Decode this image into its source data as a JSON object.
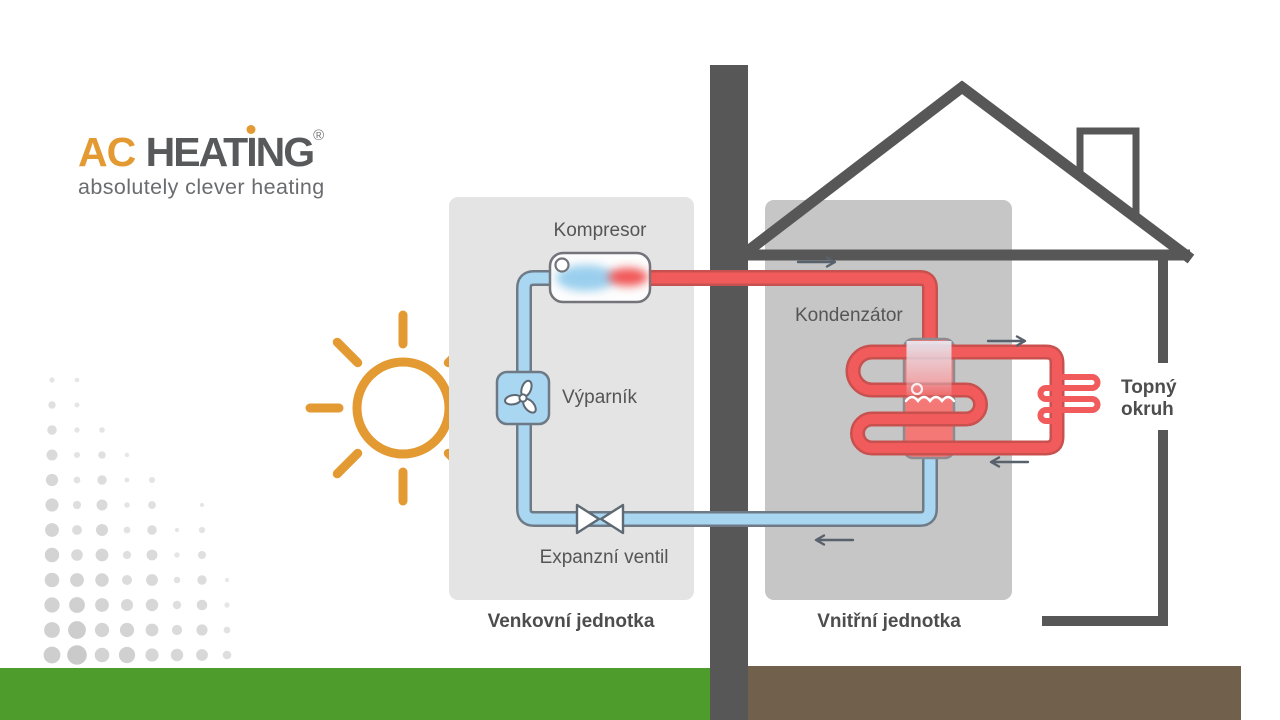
{
  "logo": {
    "brand_primary": "AC",
    "brand_secondary_pre": "HEAT",
    "brand_secondary_i": "I",
    "brand_secondary_post": "NG",
    "registered": "®",
    "tagline": "absolutely clever heating"
  },
  "labels": {
    "kompresor": "Kompresor",
    "vyparnik": "Výparník",
    "expanzni_ventil": "Expanzní ventil",
    "kondenzator": "Kondenzátor",
    "topny_okruh": "Topný okruh",
    "venkovni_jednotka": "Venkovní jednotka",
    "vnitrni_jednotka": "Vnitřní jednotka"
  },
  "colors": {
    "orange": "#E39A33",
    "logo-gray": "#58595B",
    "tagline-gray": "#6B6C6F",
    "label-gray": "#555555",
    "label-bold-gray": "#4D4D4D",
    "wall-gray": "#575757",
    "panel-outdoor": "#E4E4E4",
    "panel-indoor": "#C6C6C6",
    "pipe-cold": "#A9D6F0",
    "pipe-cold-edge": "#6E7B87",
    "pipe-hot": "#F15B5B",
    "pipe-hot-edge": "#C8504E",
    "tank-red": "#F47876",
    "grass-green": "#4E9C2B",
    "soil-brown": "#71604B",
    "dot-gray": "#C3C3C3",
    "arrow-gray": "#59626C"
  }
}
